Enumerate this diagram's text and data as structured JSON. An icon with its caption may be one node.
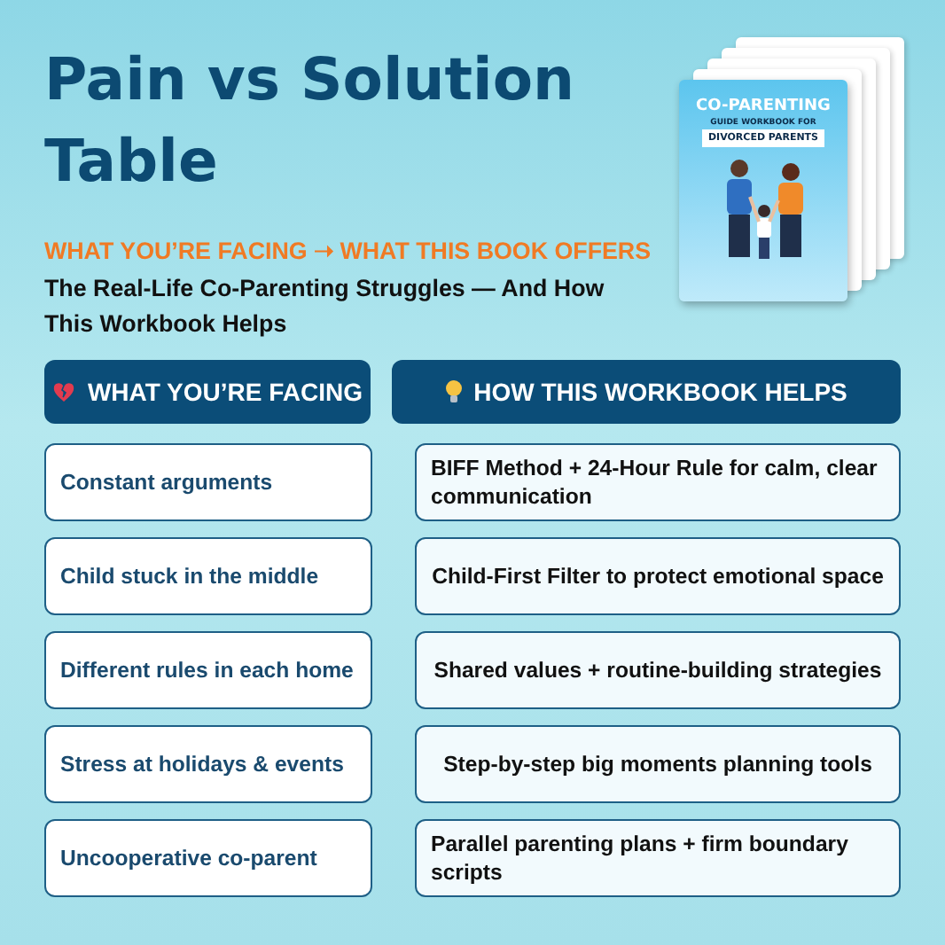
{
  "diagram": {
    "title": "Pain vs Solution Table",
    "labels": [
      "WHAT YOU’RE FACING ➝ WHAT THIS BOOK OFFERS",
      "The Real-Life Co-Parenting Struggles — And How This Workbook Helps",
      "WHAT YOU’RE FACING",
      "HOW THIS WORKBOOK HELPS",
      "Constant arguments",
      "BIFF Method + 24-Hour Rule for calm, clear communication",
      "Child stuck in the middle",
      "Child-First Filter to protect emotional space",
      "Different rules in each home",
      "Shared values + routine-building strategies",
      "Stress at holidays & events",
      "Step-by-step big moments planning tools",
      "Uncooperative co-parent",
      "Parallel parenting plans + firm boundary scripts",
      "CO-PARENTING",
      "GUIDE WORKBOOK FOR",
      "DIVORCED PARENTS"
    ]
  }
}
